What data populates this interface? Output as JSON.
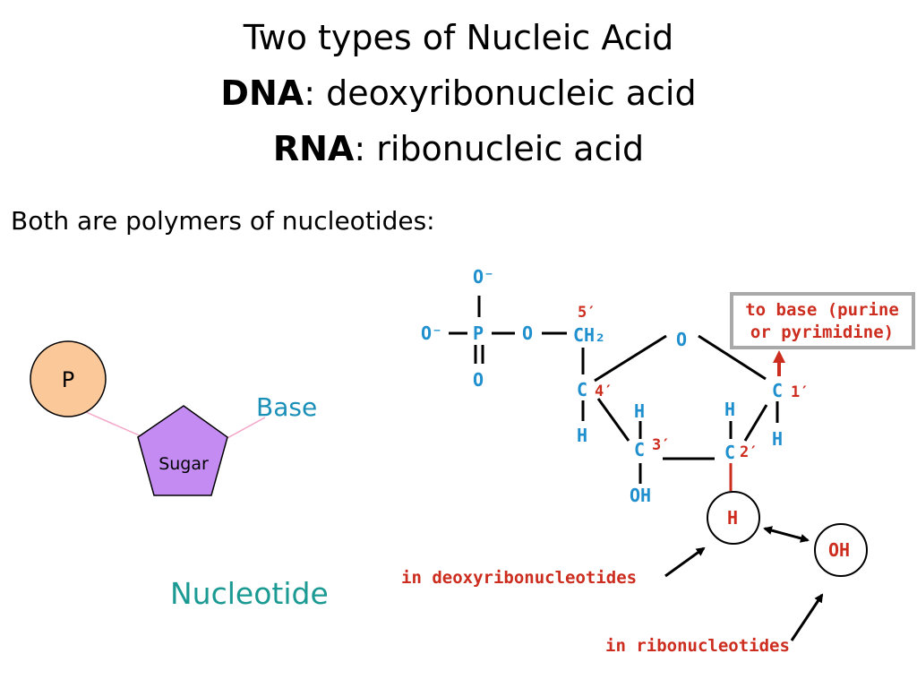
{
  "title": {
    "line1": "Two types of Nucleic Acid",
    "dna_abbr": "DNA",
    "dna_full": ": deoxyribonucleic acid",
    "rna_abbr": "RNA",
    "rna_full": ": ribonucleic acid"
  },
  "subtitle": "Both are polymers of nucleotides:",
  "nucleotide_diagram": {
    "phosphate_label": "P",
    "sugar_label": "Sugar",
    "base_label": "Base",
    "caption": "Nucleotide",
    "colors": {
      "phosphate": "#fbc89a",
      "sugar": "#c48cf2",
      "base_text": "#1a8fb8",
      "caption": "#1a9a92",
      "link": "#f4a6c8"
    }
  },
  "structure": {
    "atoms": {
      "o_top": "O⁻",
      "o_left": "O⁻",
      "p": "P",
      "o_bottom": "O",
      "o_link": "O",
      "ch2": "CH₂",
      "ring_o": "O",
      "c4": "C",
      "c3": "C",
      "c2": "C",
      "c1": "C",
      "h_c4": "H",
      "h_c3": "H",
      "h_c2": "H",
      "h_c1": "H",
      "oh_c3": "OH",
      "h_circle": "H",
      "oh_circle": "OH"
    },
    "primes": {
      "p5": "5′",
      "p4": "4′",
      "p3": "3′",
      "p2": "2′",
      "p1": "1′"
    },
    "annotations": {
      "to_base_line1": "to base (purine",
      "to_base_line2": "or pyrimidine)",
      "deoxy": "in deoxyribonucleotides",
      "ribo": "in ribonucleotides"
    },
    "colors": {
      "atom_blue": "#1f8fce",
      "label_red": "#cc2d1f"
    }
  }
}
